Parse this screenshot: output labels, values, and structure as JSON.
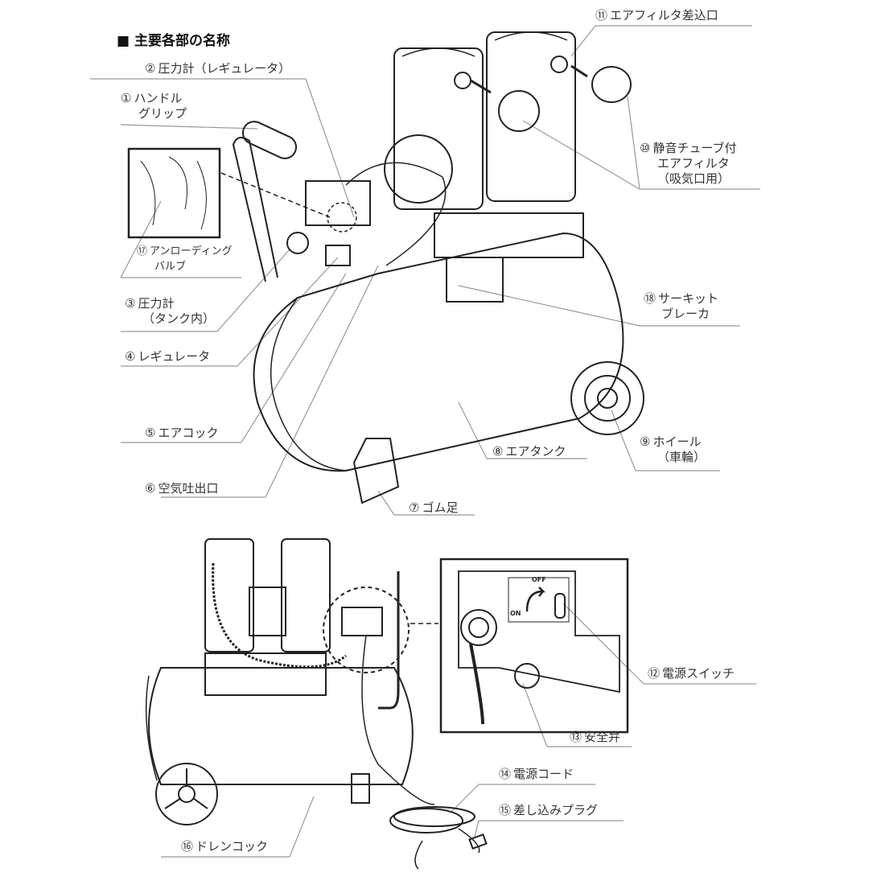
{
  "title": "■ 主要各部の名称",
  "labels": [
    {
      "num": "①",
      "line1": "ハンドル",
      "line2": "グリップ"
    },
    {
      "num": "②",
      "line1": "圧力計（レギュレータ）",
      "line2": ""
    },
    {
      "num": "③",
      "line1": "圧力計",
      "line2": "（タンク内）"
    },
    {
      "num": "④",
      "line1": "レギュレータ",
      "line2": ""
    },
    {
      "num": "⑤",
      "line1": "エアコック",
      "line2": ""
    },
    {
      "num": "⑥",
      "line1": "空気吐出口",
      "line2": ""
    },
    {
      "num": "⑦",
      "line1": "ゴム足",
      "line2": ""
    },
    {
      "num": "⑧",
      "line1": "エアタンク",
      "line2": ""
    },
    {
      "num": "⑨",
      "line1": "ホイール",
      "line2": "（車輪）"
    },
    {
      "num": "⑩",
      "line1": "静音チューブ付",
      "line2": "エアフィルタ",
      "line3": "（吸気口用）"
    },
    {
      "num": "⑪",
      "line1": "エアフィルタ差込口",
      "line2": ""
    },
    {
      "num": "⑫",
      "line1": "電源スイッチ",
      "line2": ""
    },
    {
      "num": "⑬",
      "line1": "安全弁",
      "line2": ""
    },
    {
      "num": "⑭",
      "line1": "電源コード",
      "line2": ""
    },
    {
      "num": "⑮",
      "line1": "差し込みプラグ",
      "line2": ""
    },
    {
      "num": "⑯",
      "line1": "ドレンコック",
      "line2": ""
    },
    {
      "num": "⑰",
      "line1": "アンローディング",
      "line2": "バルブ"
    },
    {
      "num": "⑱",
      "line1": "サーキット",
      "line2": "ブレーカ"
    }
  ],
  "switch": {
    "off": "OFF",
    "on": "ON"
  }
}
